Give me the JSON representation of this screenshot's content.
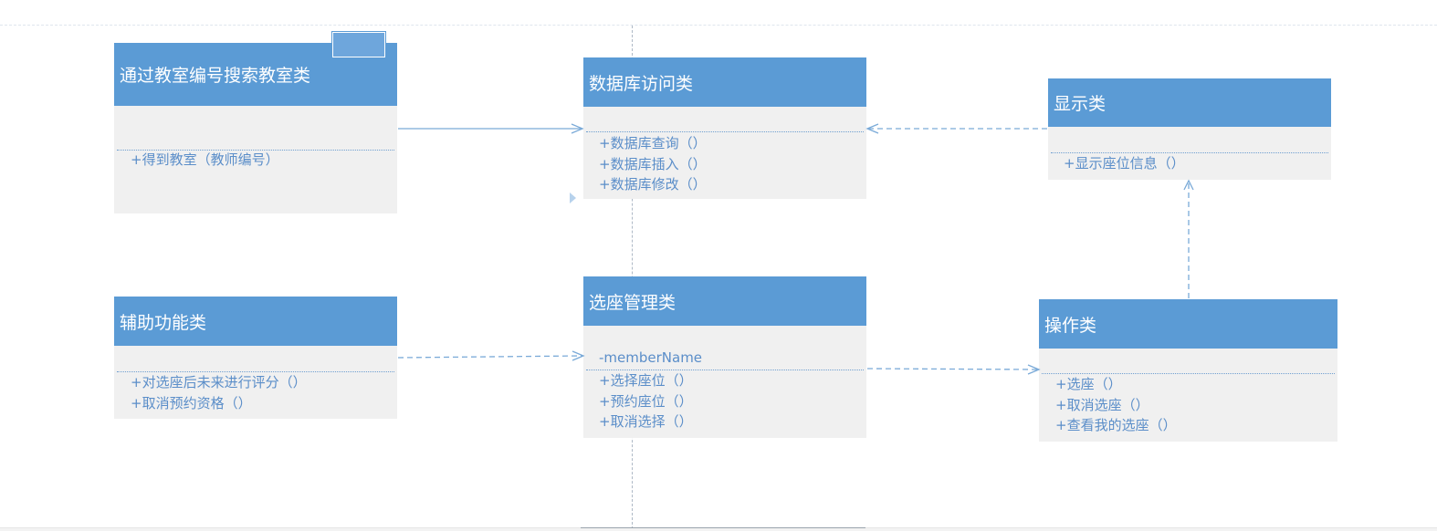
{
  "classes": {
    "search": {
      "name": "通过教室编号搜索教室类",
      "methods": [
        "+得到教室（教师编号）"
      ]
    },
    "db": {
      "name": "数据库访问类",
      "methods": [
        "+数据库查询（）",
        "+数据库插入（）",
        "+数据库修改（）"
      ]
    },
    "display": {
      "name": "显示类",
      "methods": [
        "+显示座位信息（）"
      ]
    },
    "aux": {
      "name": "辅助功能类",
      "methods": [
        "+对选座后未来进行评分（）",
        "+取消预约资格（）"
      ]
    },
    "seat": {
      "name": "选座管理类",
      "attributes": [
        "-memberName"
      ],
      "methods": [
        "+选择座位（）",
        "+预约座位（）",
        "+取消选择（）"
      ]
    },
    "op": {
      "name": "操作类",
      "methods": [
        "+选座（）",
        "+取消选座（）",
        "+查看我的选座（）"
      ]
    }
  },
  "colors": {
    "header": "#5b9bd5",
    "body": "#f0f0f0",
    "text": "#5b8ec9",
    "connector": "#7aaad8"
  }
}
